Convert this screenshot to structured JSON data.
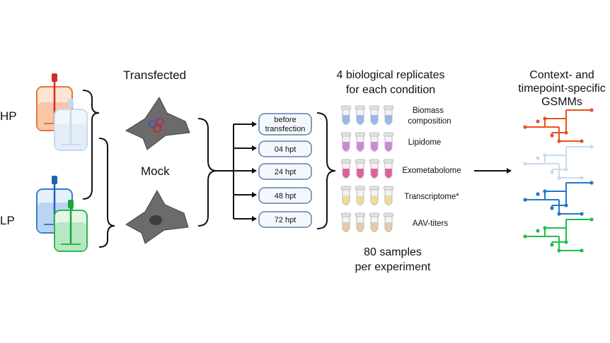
{
  "labels": {
    "hp": "HP",
    "lp": "LP",
    "transfected": "Transfected",
    "mock": "Mock",
    "replicates_line1": "4 biological replicates",
    "replicates_line2": "for each condition",
    "samples_line1": "80 samples",
    "samples_line2": "per experiment",
    "gsmm_line1": "Context- and",
    "gsmm_line2": "timepoint-specific",
    "gsmm_line3": "GSMMs"
  },
  "timepoints": {
    "t0_line1": "before",
    "t0_line2": "transfection",
    "t1": "04 hpt",
    "t2": "24 hpt",
    "t3": "48 hpt",
    "t4": "72 hpt"
  },
  "assays": {
    "a0_line1": "Biomass",
    "a0_line2": "composition",
    "a1": "Lipidome",
    "a2": "Exometabolome",
    "a3": "Transcriptome*",
    "a4": "AAV-titers"
  },
  "colors": {
    "hp_reactor": "#e8743b",
    "hp_light_reactor": "#c9d9ec",
    "lp_reactor": "#2f7fd1",
    "lp_green_reactor": "#2db84a",
    "cell": "#6b6b6b",
    "box_border": "#5b7fb0",
    "tube_biomass": "#9bb6e8",
    "tube_lipidome": "#c98ad8",
    "tube_exometabolome": "#e0609a",
    "tube_transcriptome": "#f2dc9a",
    "tube_aav": "#eac9a8",
    "network_orange": "#e8521e",
    "network_lightblue": "#c8dcef",
    "network_blue": "#1f78cf",
    "network_green": "#1fbf4a"
  },
  "icons": [
    "bioreactor-icon",
    "cell-icon",
    "plasmid-icon",
    "tube-icon",
    "network-icon"
  ]
}
